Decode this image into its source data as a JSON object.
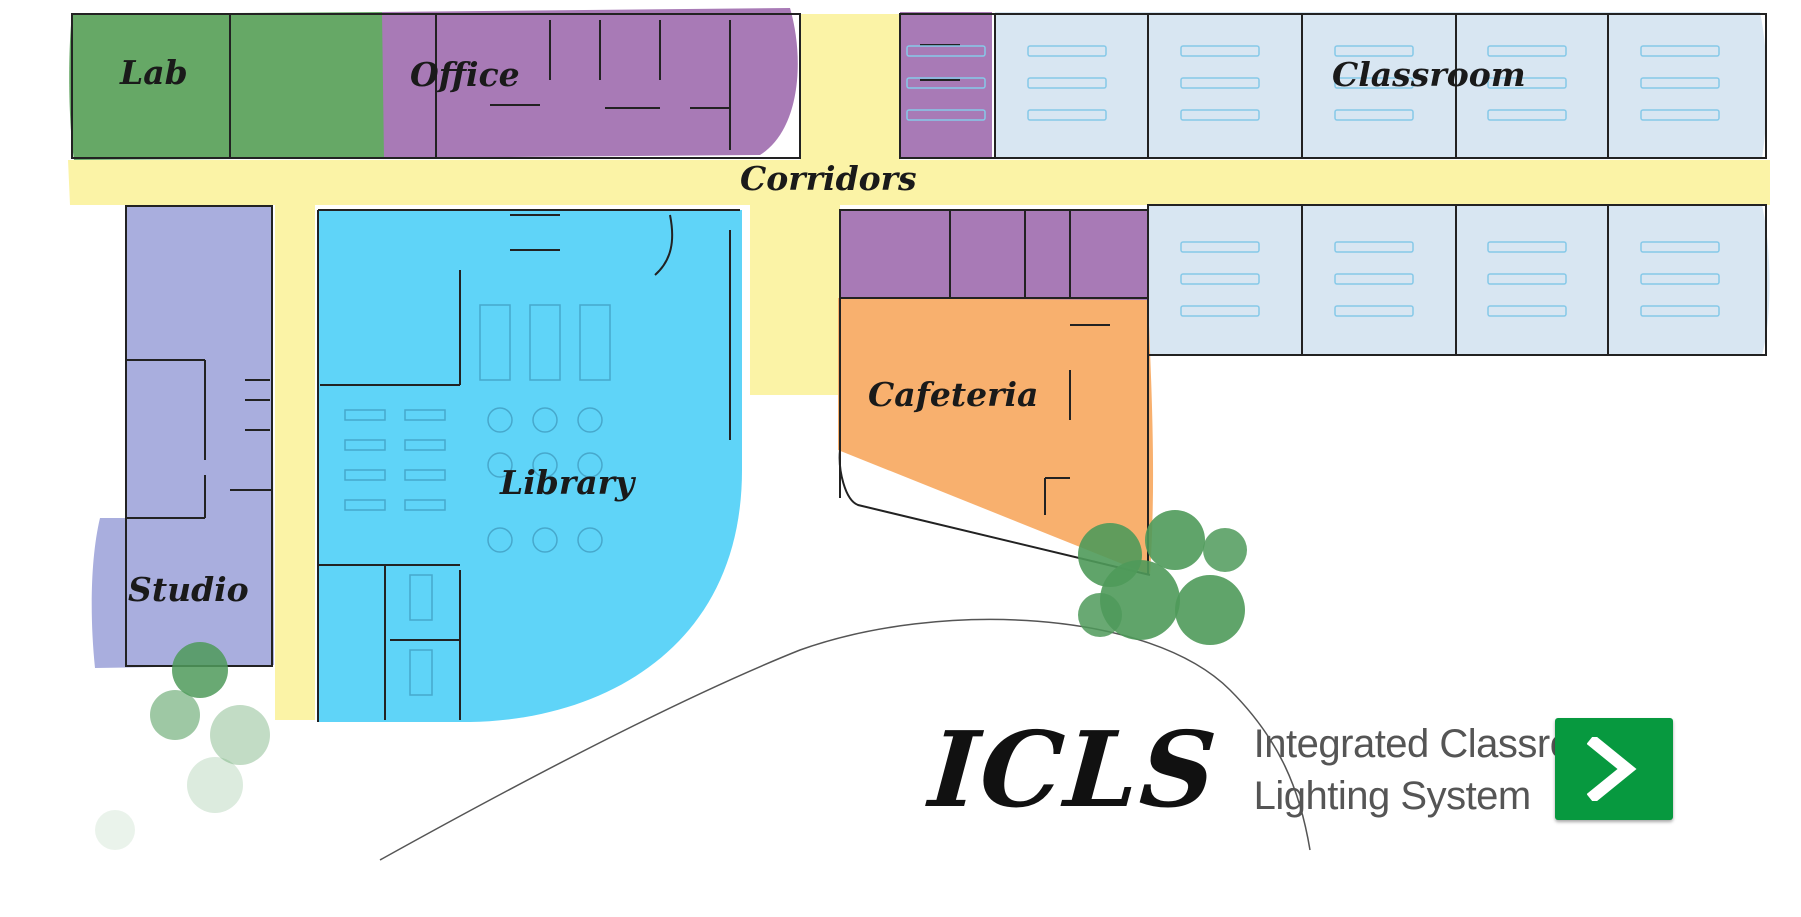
{
  "zones": {
    "lab": "Lab",
    "office": "Office",
    "classroom": "Classroom",
    "corridors": "Corridors",
    "library": "Library",
    "cafeteria": "Cafeteria",
    "studio": "Studio"
  },
  "colors": {
    "lab": "#66a866",
    "office": "#a87ab6",
    "classroom": "#d8e6f2",
    "corridors": "#fbf3a6",
    "library": "#5fd4f8",
    "cafeteria": "#f8b06e",
    "studio": "#a9aede",
    "trees": "#4f9a5a",
    "button": "#07993f"
  },
  "brand": {
    "logo": "ICLS",
    "line1": "Integrated Classroom",
    "line2": "Lighting System"
  },
  "actions": {
    "next_icon": "chevron-right-icon"
  }
}
